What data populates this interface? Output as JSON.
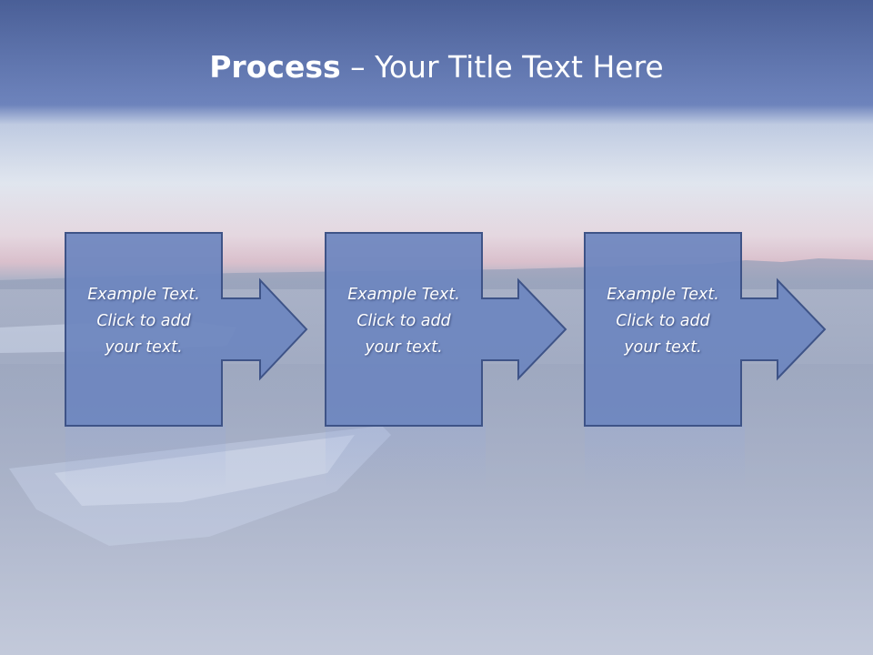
{
  "title": {
    "bold": "Process",
    "rest": " – Your Title Text Here"
  },
  "steps": [
    {
      "line1": "Example Text.",
      "line2": "Click  to add",
      "line3": "your text."
    },
    {
      "line1": "Example Text.",
      "line2": "Click  to add",
      "line3": "your text."
    },
    {
      "line1": "Example Text.",
      "line2": "Click  to add",
      "line3": "your text."
    }
  ],
  "colors": {
    "header_band": "#5b73ad",
    "box_fill": "#6d86bf",
    "box_stroke": "#3e5387",
    "title_text": "#ffffff"
  }
}
